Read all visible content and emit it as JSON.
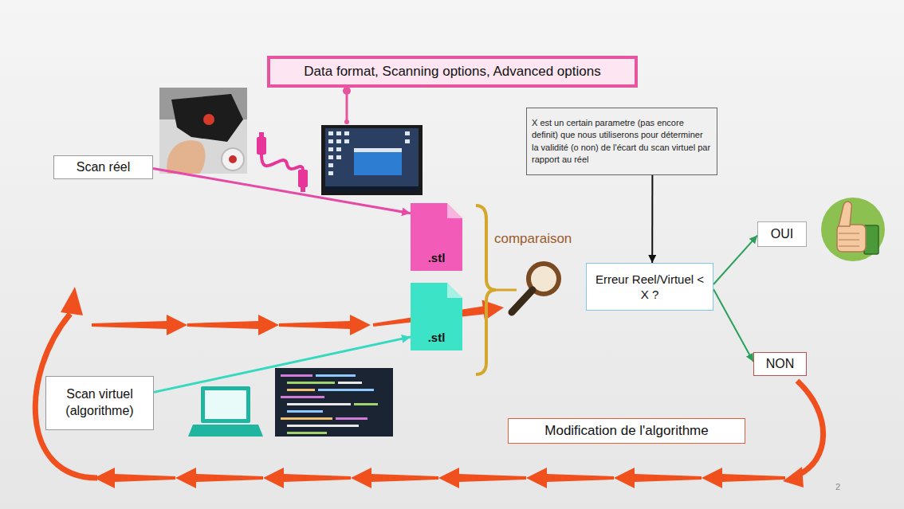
{
  "diagram": {
    "nodes": [
      {
        "text": [
          "Data format, Scanning options, Advanced options"
        ]
      },
      {
        "text": [
          "X est un certain parametre (pas encore definit) que nous utiliserons pour déterminer la validité (o non) de l'écart du scan virtuel par rapport au réel"
        ]
      },
      {
        "text": [
          "Scan réel"
        ]
      },
      {
        "text": [
          ".stl"
        ]
      },
      {
        "text": [
          "OUI"
        ]
      },
      {
        "text": [
          "Erreur Reel/Virtuel < X ?"
        ]
      },
      {
        "text": [
          ".stl"
        ]
      },
      {
        "text": [
          "NON"
        ]
      },
      {
        "text": [
          "Scan virtuel (algorithme)"
        ]
      },
      {
        "text": [
          "Modification de l'algorithme"
        ]
      }
    ],
    "edges": [
      {
        "from": 2,
        "to": 3,
        "arrow": "to"
      },
      {
        "from": 8,
        "to": 6,
        "arrow": "to"
      },
      {
        "from": 1,
        "to": 5,
        "arrow": "to"
      },
      {
        "from": 5,
        "to": 4,
        "arrow": "to"
      },
      {
        "from": 5,
        "to": 7,
        "arrow": "to"
      }
    ],
    "labels": [
      "comparaison",
      "2"
    ]
  }
}
